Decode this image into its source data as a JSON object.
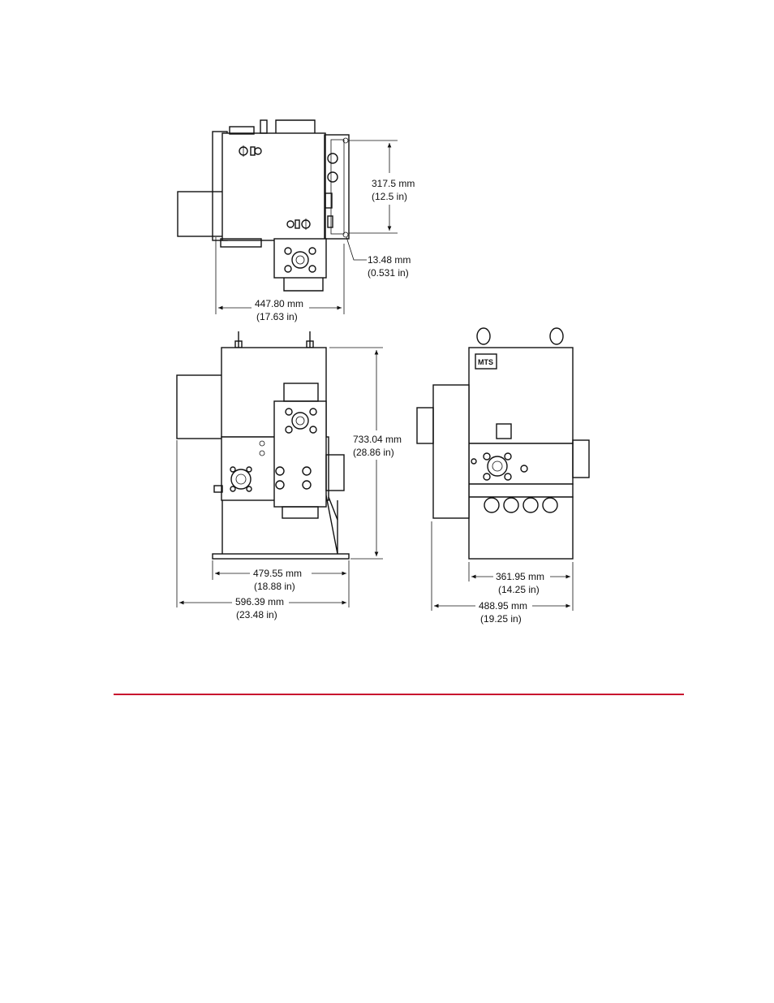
{
  "colors": {
    "divider": "#c8102e",
    "ink": "#111111"
  },
  "top_view": {
    "height_mm": "317.5 mm",
    "height_in": "(12.5 in)",
    "offset_mm": "13.48 mm",
    "offset_in": "(0.531 in)",
    "width_mm": "447.80 mm",
    "width_in": "(17.63 in)"
  },
  "front_view": {
    "height_mm": "733.04 mm",
    "height_in": "(28.86 in)",
    "base_width_mm": "479.55 mm",
    "base_width_in": "(18.88 in)",
    "overall_width_mm": "596.39 mm",
    "overall_width_in": "(23.48 in)"
  },
  "side_view": {
    "base_width_mm": "361.95 mm",
    "base_width_in": "(14.25 in)",
    "overall_width_mm": "488.95 mm",
    "overall_width_in": "(19.25 in)"
  }
}
